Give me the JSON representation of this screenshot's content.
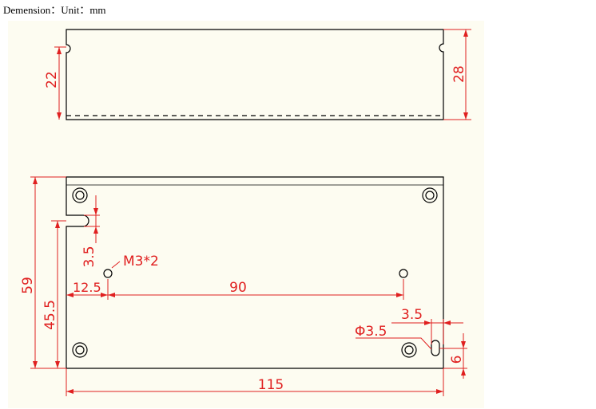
{
  "caption": "Demension：Unit：mm",
  "dims": {
    "top_height_22": "22",
    "top_height_28": "28",
    "overall_height_59": "59",
    "hole_row_height_45_5": "45.5",
    "offset_3_5_left": "3.5",
    "hole_x_12_5": "12.5",
    "hole_spacing_90": "90",
    "overall_width_115": "115",
    "offset_3_5_right": "3.5",
    "slot_height_6": "6"
  },
  "callouts": {
    "m3": "M3*2",
    "slot_dia": "Φ3.5"
  },
  "colors": {
    "paper": "#fdfcf1",
    "outline": "#000000",
    "dimension": "#e02020"
  }
}
